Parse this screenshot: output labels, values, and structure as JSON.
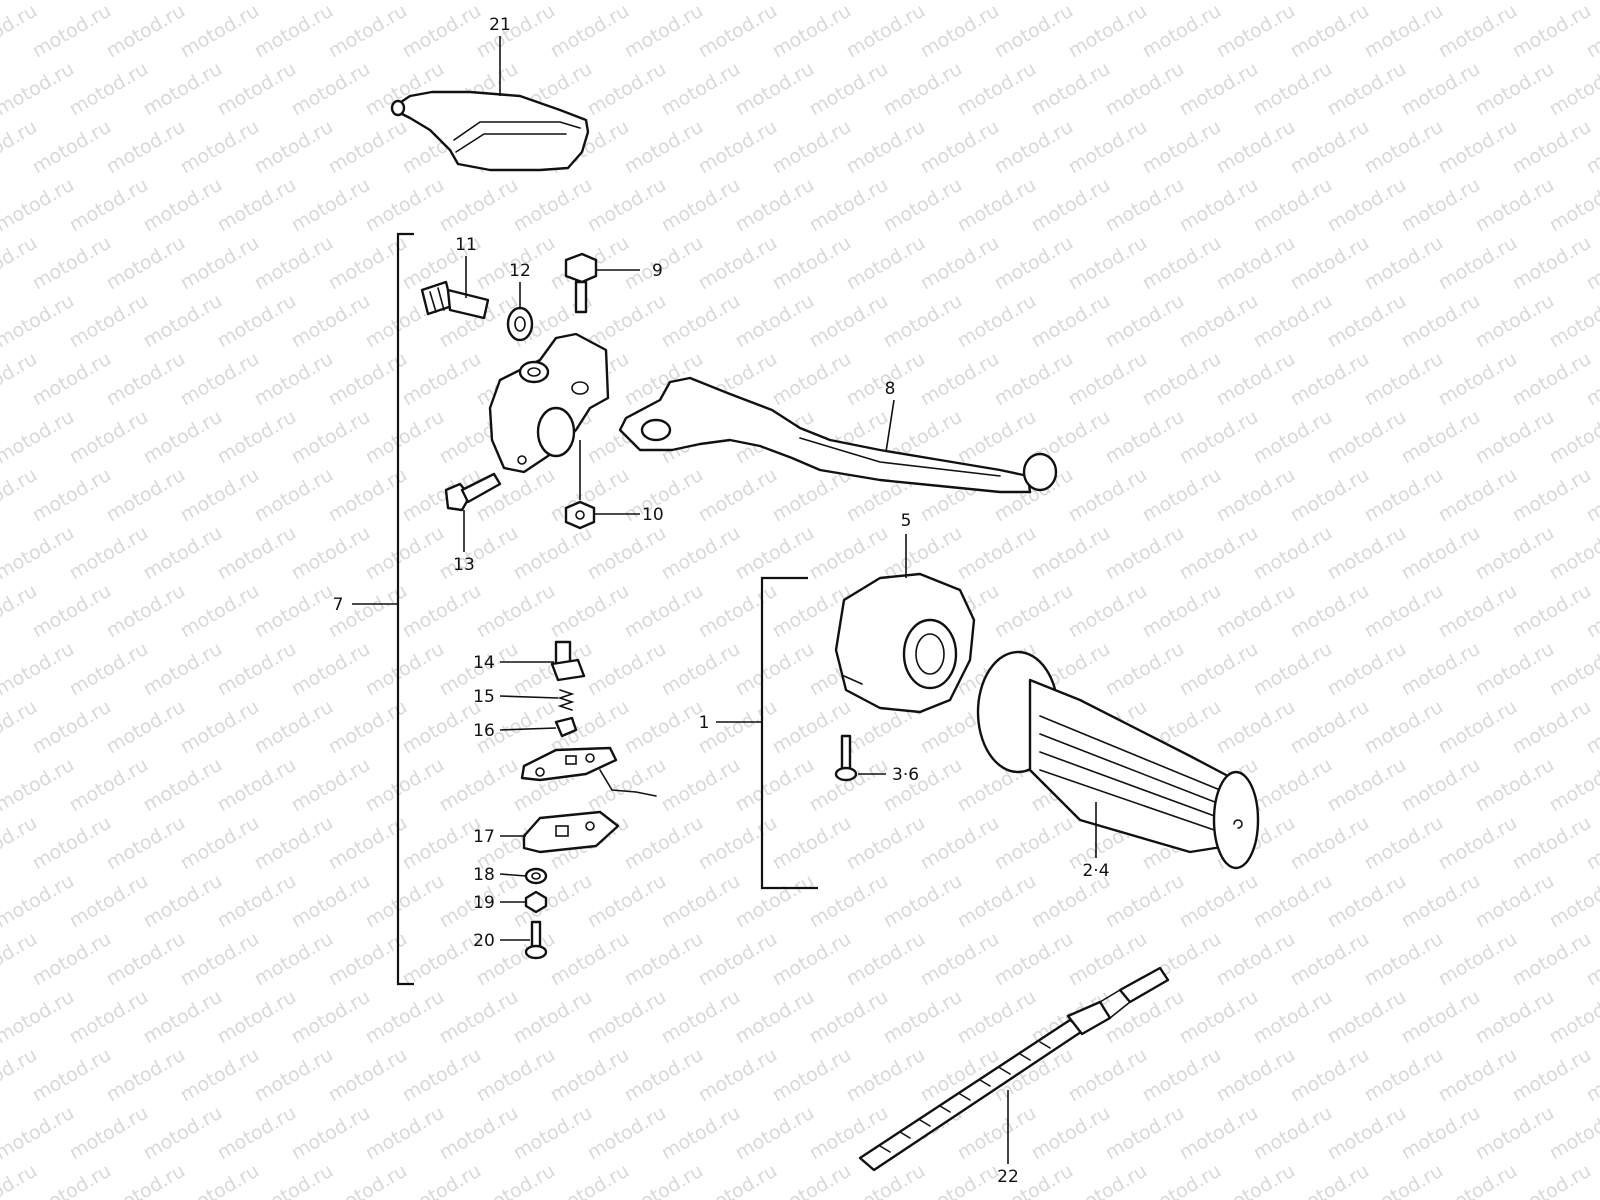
{
  "watermark": "motod.ru",
  "callouts": {
    "c21": "21",
    "c11": "11",
    "c12": "12",
    "c9": "9",
    "c8": "8",
    "c10": "10",
    "c13": "13",
    "c7": "7",
    "c5": "5",
    "c1": "1",
    "c14": "14",
    "c15": "15",
    "c16": "16",
    "c17": "17",
    "c18": "18",
    "c19": "19",
    "c20": "20",
    "c36": "3·6",
    "c24": "2·4",
    "c22": "22"
  }
}
